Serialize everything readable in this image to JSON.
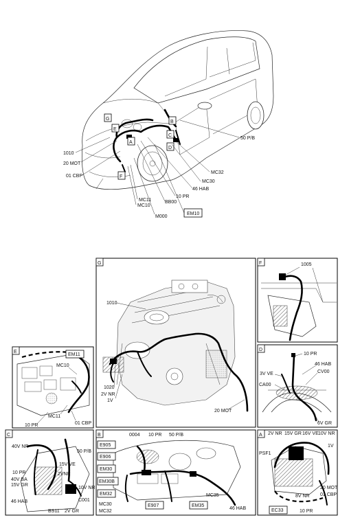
{
  "overview": {
    "callouts": {
      "g": "G",
      "e": "E",
      "b": "B",
      "c": "C",
      "a": "A",
      "f": "F",
      "d": "D"
    },
    "labels": {
      "c1010": "1010",
      "mot20": "20 MOT",
      "cbp01": "01 CBP",
      "pb50": "50 P/B",
      "mc32": "MC32",
      "mc30": "MC30",
      "hab46": "46 HAB",
      "pr10": "10 PR",
      "bb00": "BB00",
      "mc11": "MC11",
      "mc10": "MC10",
      "m000": "M000",
      "em10": "EM10"
    }
  },
  "panels": {
    "g": {
      "title": "G",
      "labels": {
        "c1010": "1010",
        "c1020": "1020",
        "nr2v": "2V NR",
        "v1": "1V",
        "mot20": "20 MOT"
      }
    },
    "f": {
      "title": "F",
      "labels": {
        "c1005": "1005"
      }
    },
    "e": {
      "title": "E",
      "labels": {
        "em11": "EM11",
        "mc10": "MC10",
        "mc11": "MC11",
        "cbp01": "01 CBP",
        "pr10": "10 PR"
      }
    },
    "d": {
      "title": "D",
      "labels": {
        "pr10": "10 PR",
        "ve3v": "3V VE",
        "hab46": "46 HAB",
        "cv00": "CV00",
        "ca00": "CA00",
        "gr6v": "6V GR"
      }
    },
    "c": {
      "title": "C",
      "labels": {
        "nr40v": "40V NR",
        "pb50": "50 P/B",
        "ve15v": "15V VE",
        "pr10": "10 PR",
        "ba40v": "40V BA",
        "gr15v": "15V GR",
        "nr2v": "2VNR",
        "nr10v": "10V NR",
        "c001": "C001",
        "hab46": "46 HAB",
        "bs11": "BS11",
        "gr2v": "2V GR"
      }
    },
    "b": {
      "title": "B",
      "labels": {
        "c0004": "0004",
        "pr10": "10 PR",
        "pb50": "50 P/B",
        "e905": "E905",
        "e906": "E906",
        "em30": "EM30",
        "em30b": "EM30B",
        "em32": "EM32",
        "mc30": "MC30",
        "mc32": "MC32",
        "e907": "E907",
        "em35": "EM35",
        "mc35": "MC35",
        "hab46": "46 HAB"
      }
    },
    "a": {
      "title": "A",
      "labels": {
        "nr2v": "2V NR",
        "gr15v": "15V GR",
        "ve16v": "16V VE",
        "nr10v": "10V NR",
        "v1": "1V",
        "psf1": "PSF1",
        "nr8v": "8V NR",
        "mot20": "20 MOT",
        "cbp01": "01 CBP",
        "ec33": "EC33",
        "pr10": "10 PR"
      }
    }
  }
}
